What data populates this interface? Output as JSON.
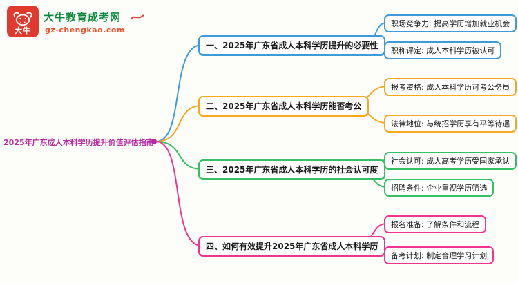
{
  "logo": {
    "badge_text": "大牛",
    "site_name": "大牛教育成考网",
    "site_url": "gz-chengkao.com",
    "badge_color": "#e03a2f",
    "name_color": "#0f8a3d",
    "url_color": "#e8542e"
  },
  "mindmap": {
    "root": {
      "label": "2025年广东成人本科学历提升价值评估指南",
      "color": "#b52aa0"
    },
    "branches": [
      {
        "label": "一、2025年广东省成人本科学历提升的必要性",
        "color": "#3d9bd9",
        "children": [
          {
            "label": "职场竞争力: 提高学历增加就业机会"
          },
          {
            "label": "职称评定: 成人本科学历被认可"
          }
        ]
      },
      {
        "label": "二、2025年广东省成人本科学历能否考公",
        "color": "#f7a81f",
        "children": [
          {
            "label": "报考资格: 成人本科学历可考公务员"
          },
          {
            "label": "法律地位: 与统招学历享有平等待遇"
          }
        ]
      },
      {
        "label": "三、2025年广东省成人本科学历的社会认可度",
        "color": "#35c063",
        "children": [
          {
            "label": "社会认可: 成人高考学历受国家承认"
          },
          {
            "label": "招聘条件: 企业重视学历筛选"
          }
        ]
      },
      {
        "label": "四、如何有效提升2025年广东省成人本科学历",
        "color": "#f0348e",
        "children": [
          {
            "label": "报名准备: 了解条件和流程"
          },
          {
            "label": "备考计划: 制定合理学习计划"
          }
        ]
      }
    ]
  }
}
